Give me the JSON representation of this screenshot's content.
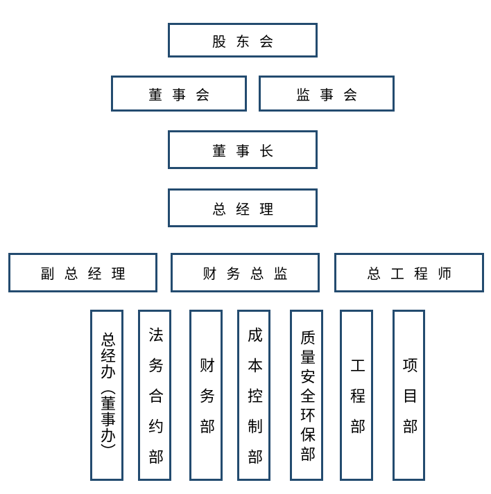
{
  "org_chart": {
    "type": "org-hierarchy",
    "colors": {
      "box_border": "#234B6F",
      "text": "#000000",
      "background": "#FFFFFF"
    },
    "nodes": [
      {
        "id": "shareholders-meeting",
        "label": "股东会",
        "level": 1
      },
      {
        "id": "board-of-directors",
        "label": "董事会",
        "level": 2
      },
      {
        "id": "supervisory-board",
        "label": "监事会",
        "level": 2
      },
      {
        "id": "chairman",
        "label": "董事长",
        "level": 3
      },
      {
        "id": "general-manager",
        "label": "总经理",
        "level": 4
      },
      {
        "id": "deputy-general-manager",
        "label": "副总经理",
        "level": 5
      },
      {
        "id": "finance-director",
        "label": "财务总监",
        "level": 5
      },
      {
        "id": "chief-engineer",
        "label": "总工程师",
        "level": 5
      }
    ],
    "departments": [
      {
        "id": "gm-office",
        "label": "总经办（董事办）"
      },
      {
        "id": "legal-contract-dept",
        "label": "法务合约部"
      },
      {
        "id": "finance-dept",
        "label": "财务部"
      },
      {
        "id": "cost-control-dept",
        "label": "成本控制部"
      },
      {
        "id": "quality-safety-env-dept",
        "label": "质量安全环保部"
      },
      {
        "id": "engineering-dept",
        "label": "工程部"
      },
      {
        "id": "project-dept",
        "label": "项目部"
      }
    ]
  }
}
